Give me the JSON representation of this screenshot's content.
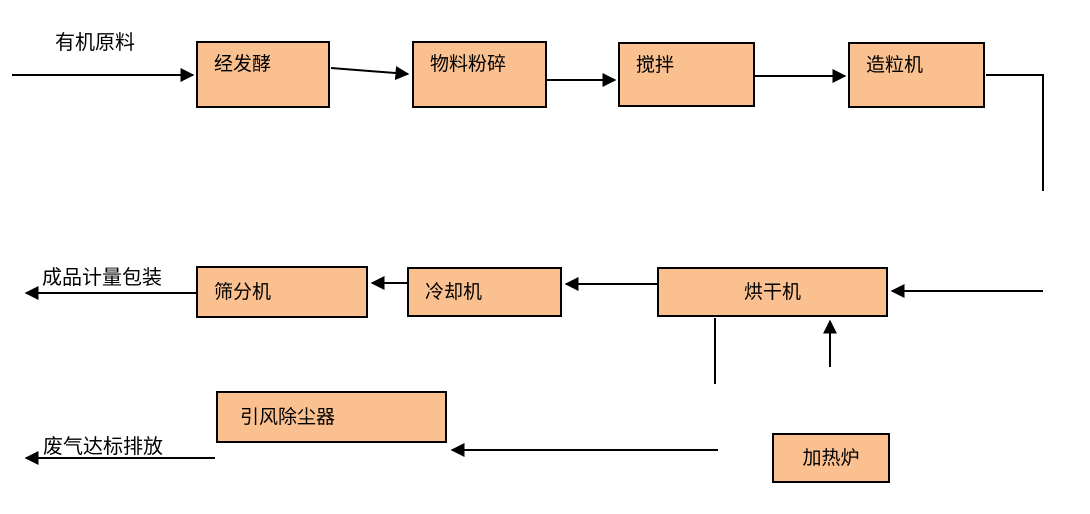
{
  "colors": {
    "node-fill": "#FAC090",
    "node-border": "#000000",
    "connector": "#000000",
    "background": "#FFFFFF",
    "text": "#000000"
  },
  "nodes": {
    "fermentation": {
      "label": "经发酵"
    },
    "crushing": {
      "label": "物料粉碎"
    },
    "mixing": {
      "label": "搅拌"
    },
    "granulator": {
      "label": "造粒机"
    },
    "screening": {
      "label": "筛分机"
    },
    "cooling": {
      "label": "冷却机"
    },
    "drying": {
      "label": "烘干机"
    },
    "dust_collector": {
      "label": "引风除尘器"
    },
    "heating_furnace": {
      "label": "加热炉"
    }
  },
  "labels": {
    "raw_material": "有机原料",
    "finished_product": "成品计量包装",
    "exhaust_gas": "废气达标排放"
  }
}
